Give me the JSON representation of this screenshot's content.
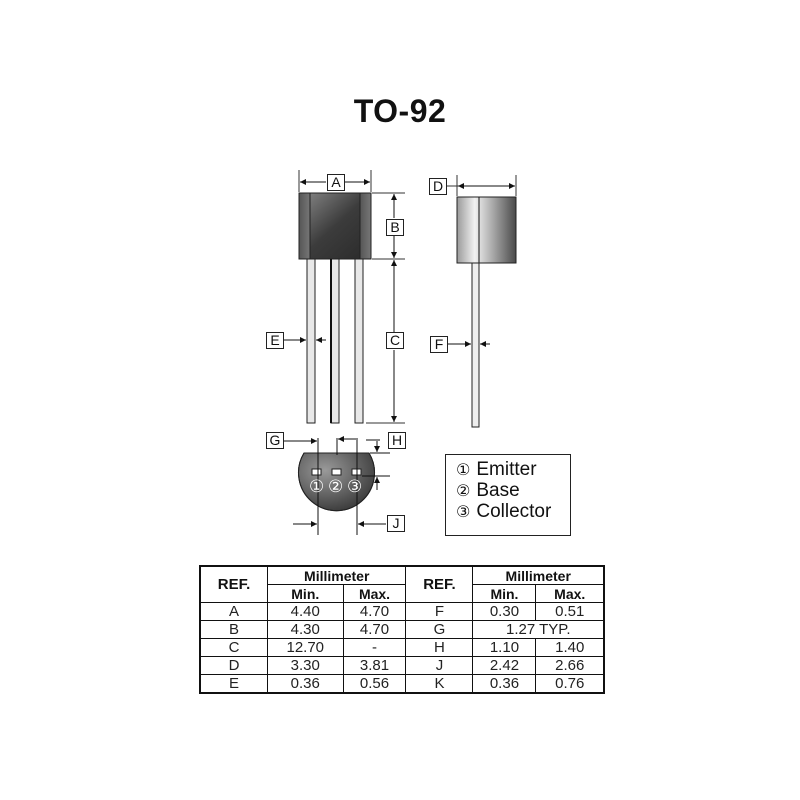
{
  "title": "TO-92",
  "dimension_labels": {
    "A": "A",
    "B": "B",
    "C": "C",
    "D": "D",
    "E": "E",
    "F": "F",
    "G": "G",
    "H": "H",
    "J": "J"
  },
  "pins": [
    "①",
    "②",
    "③"
  ],
  "legend": [
    {
      "num": "①",
      "name": "Emitter"
    },
    {
      "num": "②",
      "name": "Base"
    },
    {
      "num": "③",
      "name": "Collector"
    }
  ],
  "table": {
    "ref_header": "REF.",
    "group_header": "Millimeter",
    "min_header": "Min.",
    "max_header": "Max.",
    "left_rows": [
      {
        "ref": "A",
        "min": "4.40",
        "max": "4.70"
      },
      {
        "ref": "B",
        "min": "4.30",
        "max": "4.70"
      },
      {
        "ref": "C",
        "min": "12.70",
        "max": "-"
      },
      {
        "ref": "D",
        "min": "3.30",
        "max": "3.81"
      },
      {
        "ref": "E",
        "min": "0.36",
        "max": "0.56"
      }
    ],
    "right_rows": [
      {
        "ref": "F",
        "min": "0.30",
        "max": "0.51"
      },
      {
        "ref": "G",
        "typ": "1.27 TYP."
      },
      {
        "ref": "H",
        "min": "1.10",
        "max": "1.40"
      },
      {
        "ref": "J",
        "min": "2.42",
        "max": "2.66"
      },
      {
        "ref": "K",
        "min": "0.36",
        "max": "0.76"
      }
    ]
  }
}
